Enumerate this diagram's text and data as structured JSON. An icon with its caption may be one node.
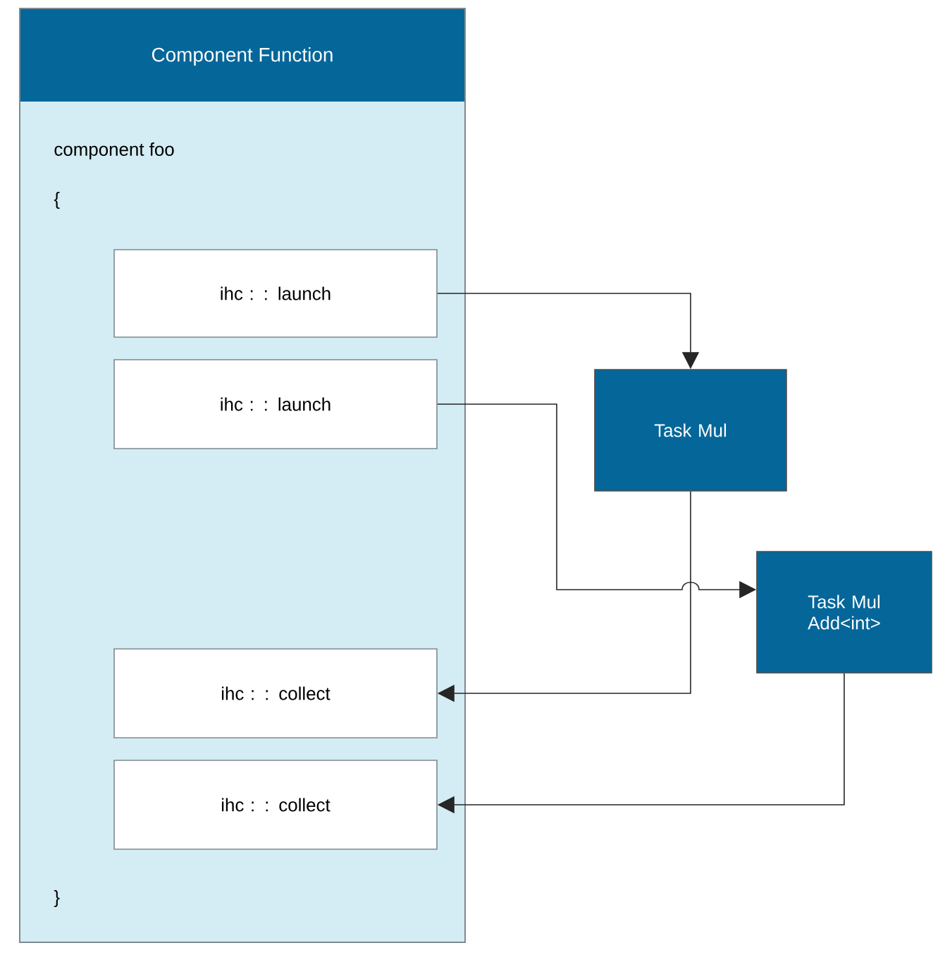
{
  "diagram": {
    "nodes": [
      {
        "text": [
          "Component Function",
          "component foo",
          "{",
          "}"
        ]
      },
      {
        "text": [
          "ihc : : launch"
        ],
        "in": 0
      },
      {
        "text": [
          "ihc : : launch"
        ],
        "in": 0
      },
      {
        "text": [
          "Task Mul"
        ]
      },
      {
        "text": [
          "Task Mul Add<int>"
        ]
      },
      {
        "text": [
          "ihc : : collect"
        ],
        "in": 0
      },
      {
        "text": [
          "ihc : : collect"
        ],
        "in": 0
      }
    ],
    "edges": [
      {
        "from": 1,
        "to": 3,
        "arrow": "to"
      },
      {
        "from": 2,
        "to": 4,
        "arrow": "to"
      },
      {
        "from": 3,
        "to": 5,
        "arrow": "to"
      },
      {
        "from": 4,
        "to": 6,
        "arrow": "to"
      }
    ]
  }
}
